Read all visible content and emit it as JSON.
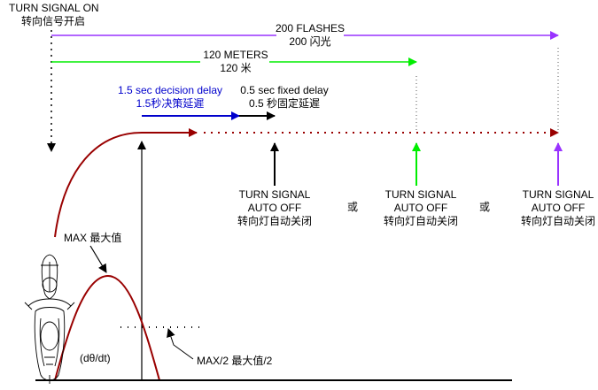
{
  "header": {
    "line1": "TURN SIGNAL ON",
    "line2": "转向信号开启"
  },
  "flashes": {
    "line1": "200 FLASHES",
    "line2": "200 闪光",
    "color": "#9933ff"
  },
  "meters": {
    "line1": "120 METERS",
    "line2": "120 米",
    "color": "#00ee00"
  },
  "delays": {
    "decision_line1": "1.5 sec decision delay",
    "decision_line2": "1.5秒决策延遲",
    "decision_color": "#0000cc",
    "fixed_line1": "0.5 sec fixed delay",
    "fixed_line2": "0.5 秒固定延遲"
  },
  "auto_off": [
    {
      "line1": "TURN SIGNAL",
      "line2": "AUTO OFF",
      "line3": "转向灯自动关闭",
      "arrow_color": "#000000"
    },
    {
      "line1": "TURN SIGNAL",
      "line2": "AUTO OFF",
      "line3": "转向灯自动关闭",
      "arrow_color": "#00ee00"
    },
    {
      "line1": "TURN SIGNAL",
      "line2": "AUTO OFF",
      "line3": "转向灯自动关闭",
      "arrow_color": "#9933ff"
    }
  ],
  "or_labels": [
    "或",
    "或"
  ],
  "graph": {
    "max_label": "MAX 最大值",
    "half_max_label": "MAX/2  最大值/2",
    "rate_label": "(dθ/dt)",
    "path_color": "#990000"
  }
}
